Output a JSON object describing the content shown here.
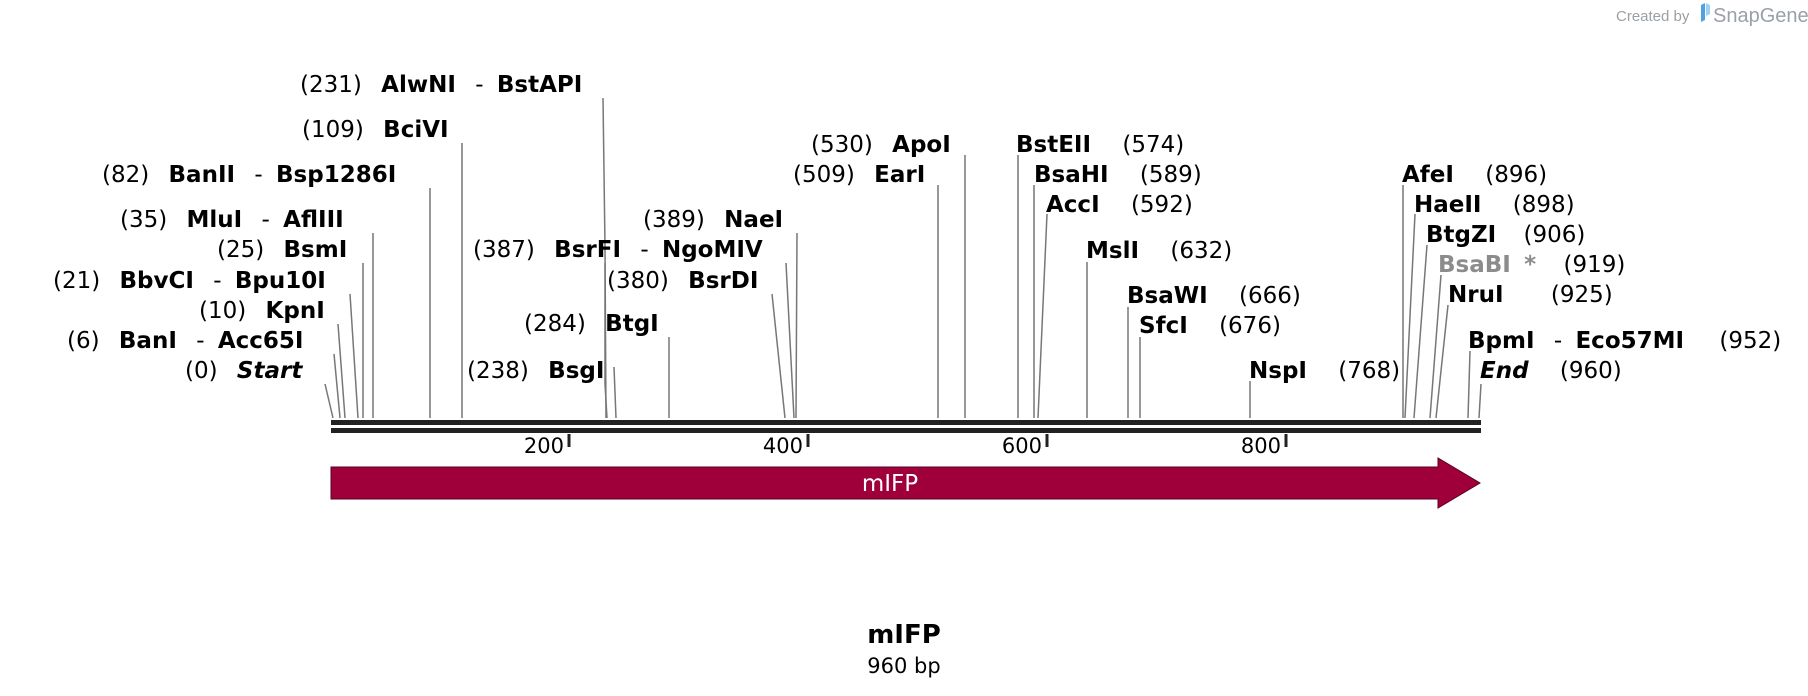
{
  "credit": {
    "created_by": "Created by",
    "brand": "SnapGene"
  },
  "sequence": {
    "name": "mIFP",
    "length_label": "960 bp",
    "length": 960
  },
  "feature": {
    "label": "mIFP",
    "color": "#a0003a",
    "start": 1,
    "end": 960,
    "direction": "forward"
  },
  "ticks": [
    "200",
    "400",
    "600",
    "800"
  ],
  "sites": [
    {
      "pos": "(231)",
      "name": "AlwNI",
      "name2": "BstAPI",
      "bp": 231
    },
    {
      "pos": "(109)",
      "name": "BciVI",
      "bp": 109
    },
    {
      "pos": "(82)",
      "name": "BanII",
      "name2": "Bsp1286I",
      "bp": 82
    },
    {
      "pos": "(35)",
      "name": "MluI",
      "name2": "AflIII",
      "bp": 35
    },
    {
      "pos": "(25)",
      "name": "BsmI",
      "bp": 25
    },
    {
      "pos": "(21)",
      "name": "BbvCI",
      "name2": "Bpu10I",
      "bp": 21
    },
    {
      "pos": "(10)",
      "name": "KpnI",
      "bp": 10
    },
    {
      "pos": "(6)",
      "name": "BanI",
      "name2": "Acc65I",
      "bp": 6
    },
    {
      "pos": "(0)",
      "name": "Start",
      "bp": 0
    },
    {
      "pos": "(387)",
      "name": "BsrFI",
      "name2": "NgoMIV",
      "bp": 387
    },
    {
      "pos": "(389)",
      "name": "NaeI",
      "bp": 389
    },
    {
      "pos": "(380)",
      "name": "BsrDI",
      "bp": 380
    },
    {
      "pos": "(284)",
      "name": "BtgI",
      "bp": 284
    },
    {
      "pos": "(238)",
      "name": "BsgI",
      "bp": 238
    },
    {
      "pos": "(530)",
      "name": "ApoI",
      "bp": 530
    },
    {
      "pos": "(509)",
      "name": "EarI",
      "bp": 509
    },
    {
      "pos": "(574)",
      "name": "BstEII",
      "bp": 574
    },
    {
      "pos": "(589)",
      "name": "BsaHI",
      "bp": 589
    },
    {
      "pos": "(592)",
      "name": "AccI",
      "bp": 592
    },
    {
      "pos": "(632)",
      "name": "MslI",
      "bp": 632
    },
    {
      "pos": "(666)",
      "name": "BsaWI",
      "bp": 666
    },
    {
      "pos": "(676)",
      "name": "SfcI",
      "bp": 676
    },
    {
      "pos": "(768)",
      "name": "NspI",
      "bp": 768
    },
    {
      "pos": "(896)",
      "name": "AfeI",
      "bp": 896
    },
    {
      "pos": "(898)",
      "name": "HaeII",
      "bp": 898
    },
    {
      "pos": "(906)",
      "name": "BtgZI",
      "bp": 906
    },
    {
      "pos": "(919)",
      "name": "BsaBI",
      "star": "*",
      "bp": 919
    },
    {
      "pos": "(925)",
      "name": "NruI",
      "bp": 925
    },
    {
      "pos": "(952)",
      "name": "BpmI",
      "name2": "Eco57MI",
      "bp": 952
    },
    {
      "pos": "(960)",
      "name": "End",
      "bp": 960
    }
  ]
}
